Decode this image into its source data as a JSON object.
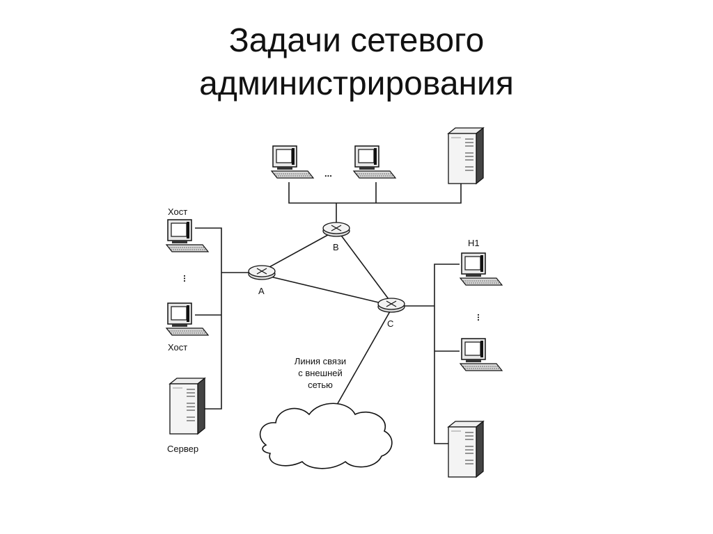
{
  "title": {
    "line1": "Задачи сетевого",
    "line2": "администрирования"
  },
  "diagram": {
    "labels": {
      "host_top": "Хост",
      "host_bottom": "Хост",
      "server": "Сервер",
      "h1": "H1",
      "router_a": "A",
      "router_b": "B",
      "router_c": "C",
      "ellipsis": "...",
      "external_line_1": "Линия связи",
      "external_line_2": "с внешней",
      "external_line_3": "сетью"
    },
    "icons": [
      "computer-icon",
      "server-icon",
      "router-icon",
      "cloud-icon"
    ]
  }
}
